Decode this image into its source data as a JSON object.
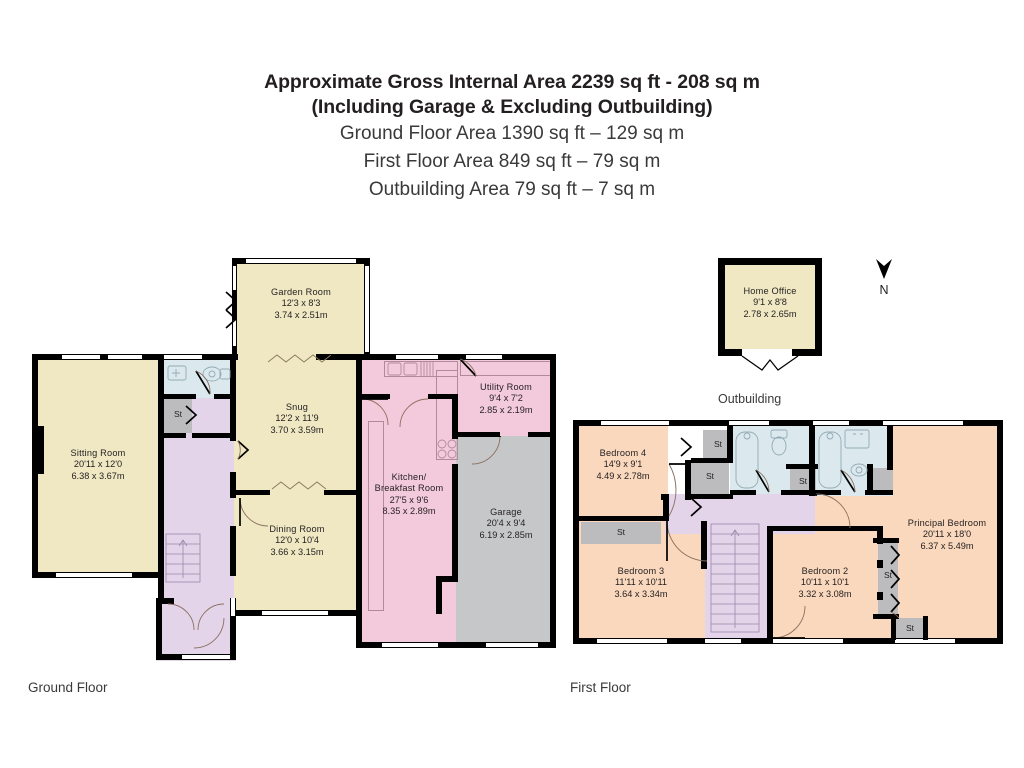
{
  "header": {
    "line1": "Approximate Gross Internal Area 2239 sq ft - 208 sq m",
    "line2": "(Including Garage & Excluding Outbuilding)",
    "line3": "Ground Floor Area 1390 sq ft – 129 sq m",
    "line4": "First Floor Area 849 sq ft – 79 sq m",
    "line5": "Outbuilding Area 79 sq ft – 7 sq m"
  },
  "floor_labels": {
    "ground": "Ground Floor",
    "first": "First Floor",
    "outbuilding": "Outbuilding"
  },
  "compass": {
    "north_label": "N"
  },
  "storage_label": "St",
  "ground_floor": {
    "rooms": [
      {
        "name": "Sitting Room",
        "imperial": "20'11 x 12'0",
        "metric": "6.38 x 3.67m",
        "color": "#efe8c3"
      },
      {
        "name": "Garden Room",
        "imperial": "12'3 x 8'3",
        "metric": "3.74 x 2.51m",
        "color": "#efe8c3"
      },
      {
        "name": "Snug",
        "imperial": "12'2 x 11'9",
        "metric": "3.70 x 3.59m",
        "color": "#efe8c3"
      },
      {
        "name": "Dining Room",
        "imperial": "12'0 x 10'4",
        "metric": "3.66 x 3.15m",
        "color": "#efe8c3"
      },
      {
        "name": "Kitchen/",
        "name2": "Breakfast Room",
        "imperial": "27'5 x 9'6",
        "metric": "8.35 x 2.89m",
        "color": "#f3cadb"
      },
      {
        "name": "Utility Room",
        "imperial": "9'4 x 7'2",
        "metric": "2.85 x 2.19m",
        "color": "#f3cadb"
      },
      {
        "name": "Garage",
        "imperial": "20'4 x 9'4",
        "metric": "6.19 x 2.85m",
        "color": "#c6c7c9"
      }
    ]
  },
  "first_floor": {
    "rooms": [
      {
        "name": "Bedroom 4",
        "imperial": "14'9 x 9'1",
        "metric": "4.49 x 2.78m",
        "color": "#f9d8bd"
      },
      {
        "name": "Bedroom 3",
        "imperial": "11'11 x 10'11",
        "metric": "3.64 x 3.34m",
        "color": "#f9d8bd"
      },
      {
        "name": "Bedroom 2",
        "imperial": "10'11 x 10'1",
        "metric": "3.32 x 3.08m",
        "color": "#f9d8bd"
      },
      {
        "name": "Principal Bedroom",
        "imperial": "20'11 x 18'0",
        "metric": "6.37 x 5.49m",
        "color": "#f9d8bd"
      }
    ]
  },
  "outbuilding": {
    "rooms": [
      {
        "name": "Home Office",
        "imperial": "9'1 x 8'8",
        "metric": "2.78 x 2.65m",
        "color": "#efe8c3"
      }
    ]
  },
  "colors": {
    "wall": "#000000",
    "cream": "#efe8c3",
    "pink": "#f3cadb",
    "lavender": "#e3d4ea",
    "gray": "#c6c7c9",
    "bathroom_blue": "#dbe9ef",
    "peach": "#f9d8bd",
    "storage_gray": "#bcbcbe"
  }
}
